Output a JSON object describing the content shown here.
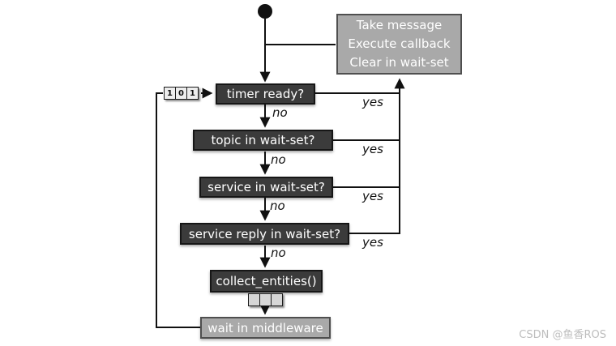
{
  "flow": {
    "start_node": "initial-state",
    "action": {
      "lines": [
        "Take message",
        "Execute callback",
        "Clear in wait-set"
      ]
    },
    "decisions": [
      {
        "label": "timer ready?"
      },
      {
        "label": "topic in wait-set?"
      },
      {
        "label": "service in wait-set?"
      },
      {
        "label": "service reply in wait-set?"
      }
    ],
    "process": {
      "label": "collect_entities()"
    },
    "wait": {
      "label": "wait in middleware"
    },
    "edge_labels": {
      "no": "no",
      "yes": "yes"
    },
    "memory_cells": [
      "1",
      "0",
      "1"
    ],
    "wait_set_cell_count": 3,
    "colors": {
      "decision_fill": "#3b3b3b",
      "action_fill": "#a9a9a9",
      "line": "#111111",
      "node_text": "#ffffff"
    }
  },
  "watermark": "CSDN @鱼香ROS"
}
